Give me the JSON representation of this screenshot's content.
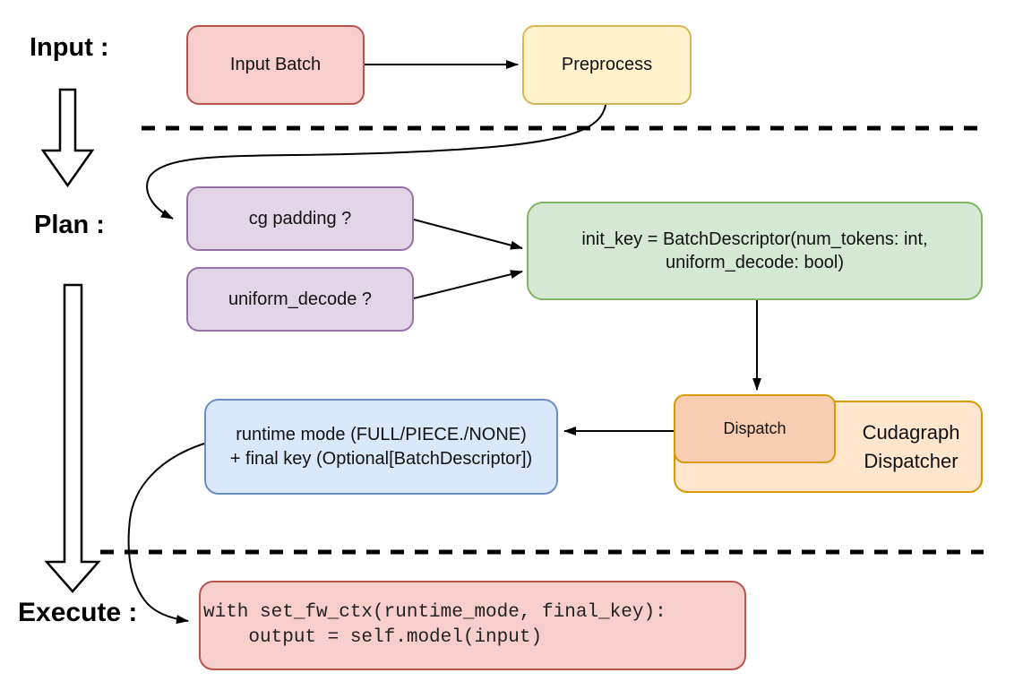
{
  "diagram": {
    "title_labels": {
      "input": "Input :",
      "plan": "Plan :",
      "execute": "Execute :"
    },
    "nodes": {
      "input_batch": {
        "label": "Input Batch"
      },
      "preprocess": {
        "label": "Preprocess"
      },
      "cg_padding": {
        "label": "cg padding ?"
      },
      "uniform_decode": {
        "label": "uniform_decode ?"
      },
      "init_key": {
        "label": "init_key = BatchDescriptor(num_tokens: int,\nuniform_decode: bool)"
      },
      "dispatch": {
        "label": "Dispatch"
      },
      "cudagraph_dispatcher": {
        "label": "Cudagraph\nDispatcher"
      },
      "runtime_mode": {
        "label": "runtime mode (FULL/PIECE./NONE)\n+ final key (Optional[BatchDescriptor])"
      },
      "execute_code": {
        "label": "with set_fw_ctx(runtime_mode, final_key):\n    output = self.model(input)"
      }
    },
    "colors": {
      "red": {
        "fill": "#F8CECC",
        "stroke": "#B85450"
      },
      "yellow": {
        "fill": "#FFF2CC",
        "stroke": "#D6B656"
      },
      "purple": {
        "fill": "#E1D5E7",
        "stroke": "#9673A6"
      },
      "green": {
        "fill": "#D5E8D4",
        "stroke": "#82B366"
      },
      "blue": {
        "fill": "#DAE8FC",
        "stroke": "#6C8EBF"
      },
      "orange_light": {
        "fill": "#FFE6CC",
        "stroke": "#D79B00"
      },
      "orange_dark": {
        "fill": "#F9CDB2",
        "stroke": "#D79B00"
      }
    }
  }
}
